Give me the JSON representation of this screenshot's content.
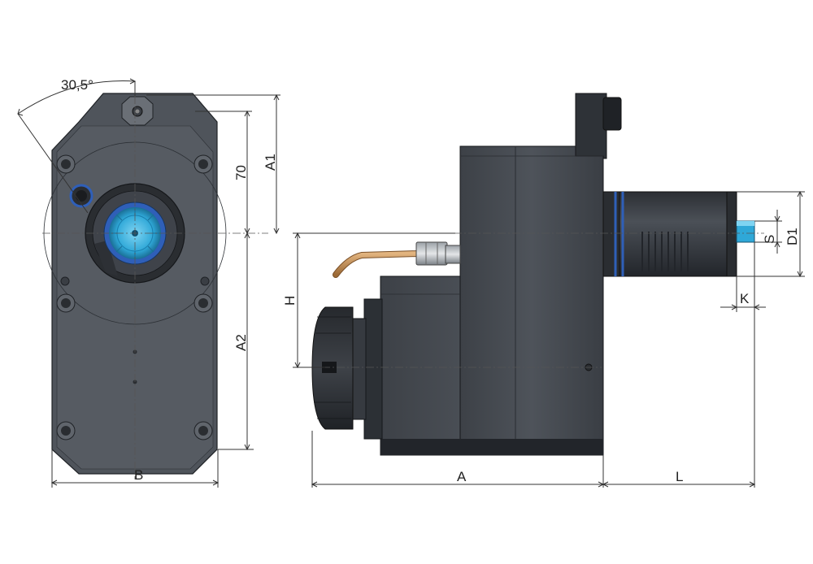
{
  "labels": {
    "angle": "30,5°",
    "a1": "A1",
    "dim70": "70",
    "a2": "A2",
    "b": "B",
    "h": "H",
    "a": "A",
    "l": "L",
    "k": "K",
    "s": "S",
    "d1": "D1"
  },
  "colors": {
    "body": "#4a4f56",
    "body_dark": "#33373d",
    "body_light": "#5c6168",
    "accent_blue": "#2fa8d8",
    "ring_blue": "#2f5fb8",
    "brass": "#c8935a",
    "line": "#222222"
  }
}
